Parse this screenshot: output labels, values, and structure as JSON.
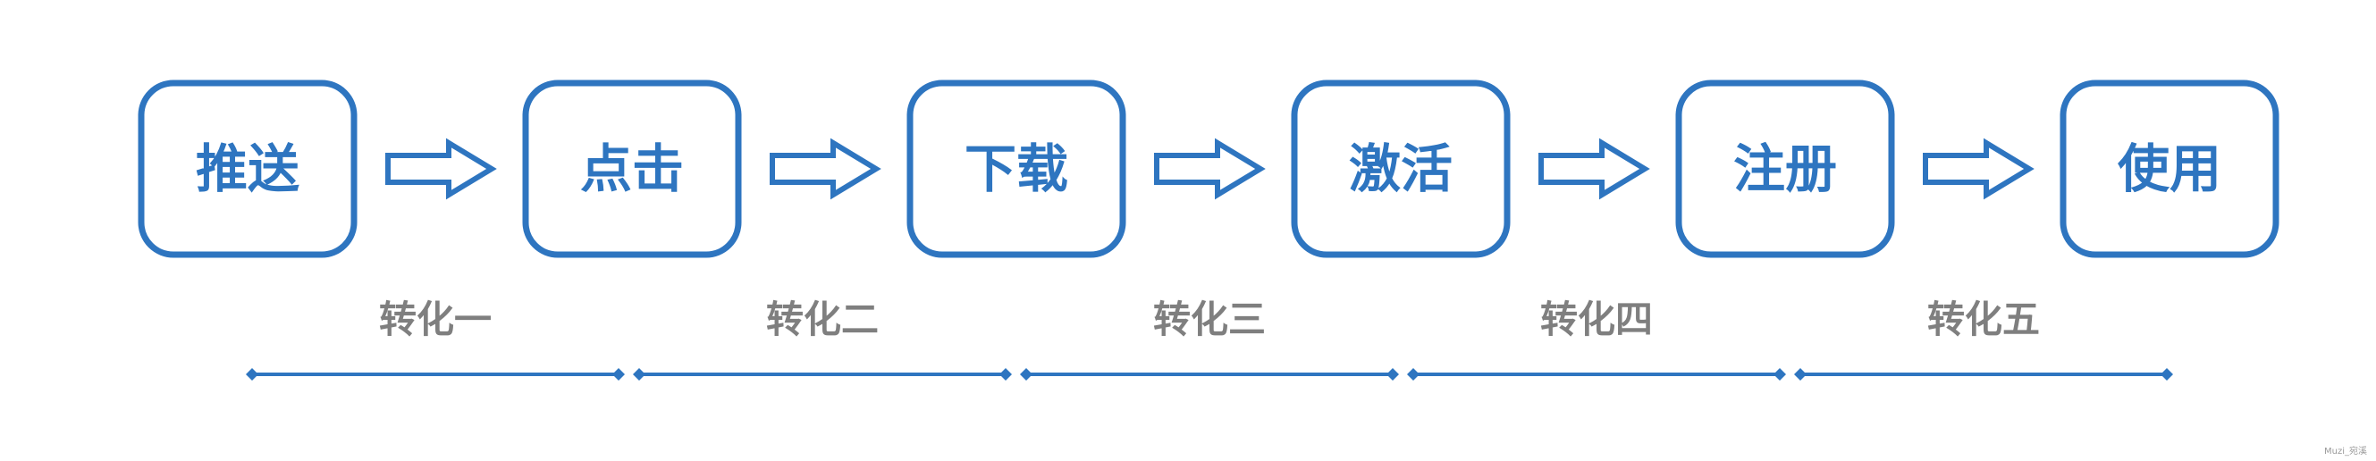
{
  "flow": {
    "steps": [
      {
        "label": "推送"
      },
      {
        "label": "点击"
      },
      {
        "label": "下载"
      },
      {
        "label": "激活"
      },
      {
        "label": "注册"
      },
      {
        "label": "使用"
      }
    ],
    "conversions": [
      {
        "label": "转化一"
      },
      {
        "label": "转化二"
      },
      {
        "label": "转化三"
      },
      {
        "label": "转化四"
      },
      {
        "label": "转化五"
      }
    ]
  },
  "watermark": "Muzi_宛溪",
  "colors": {
    "accent": "#2E75C0",
    "step_text": "#2E75C0",
    "conversion_text": "#7F7F7F",
    "watermark_text": "#9A9A9A",
    "background": "#FFFFFF"
  },
  "icons": {
    "connector": "right-arrow-icon",
    "range_marker": "diamond-icon"
  }
}
